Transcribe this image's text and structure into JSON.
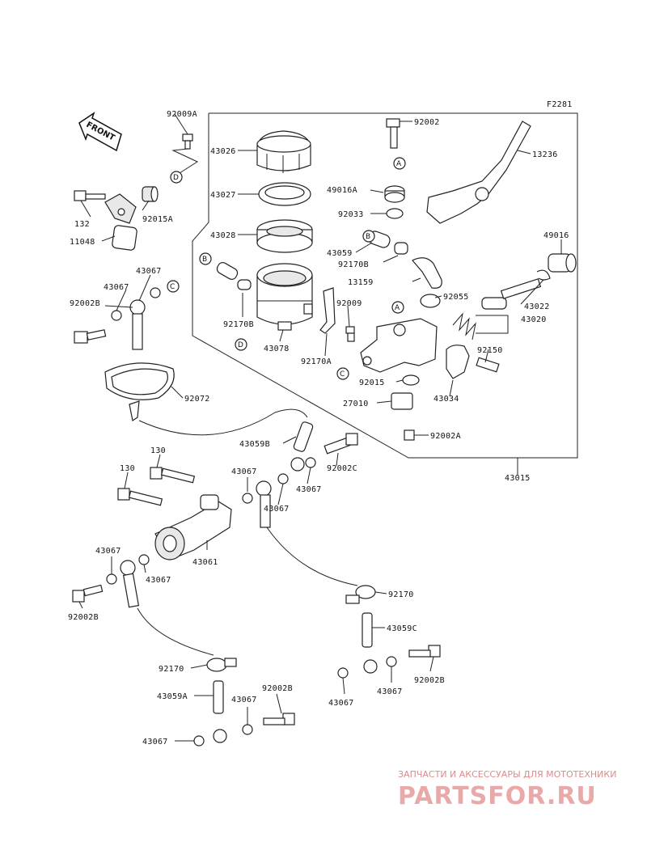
{
  "diagram": {
    "code": "F2281",
    "front_label": "FRONT",
    "refs": {
      "a": "A",
      "b": "B",
      "c": "C",
      "d": "D"
    },
    "labels": {
      "l_92009A": "92009A",
      "l_43026": "43026",
      "l_43027": "43027",
      "l_43028": "43028",
      "l_92015A": "92015A",
      "l_132": "132",
      "l_11048": "11048",
      "l_43067_a": "43067",
      "l_43067_b": "43067",
      "l_92002B_a": "92002B",
      "l_92170B_a": "92170B",
      "l_43078": "43078",
      "l_92170A": "92170A",
      "l_92009": "92009",
      "l_92002": "92002",
      "l_13236": "13236",
      "l_49016A": "49016A",
      "l_92033": "92033",
      "l_43059": "43059",
      "l_92170B_b": "92170B",
      "l_13159": "13159",
      "l_92055": "92055",
      "l_49016": "49016",
      "l_43022": "43022",
      "l_43020": "43020",
      "l_92150": "92150",
      "l_92015": "92015",
      "l_43034": "43034",
      "l_27010": "27010",
      "l_92002A": "92002A",
      "l_92072": "92072",
      "l_43059B": "43059B",
      "l_92002C": "92002C",
      "l_43015": "43015",
      "l_130_a": "130",
      "l_130_b": "130",
      "l_43067_c": "43067",
      "l_43067_d": "43067",
      "l_43067_e": "43067",
      "l_43061": "43061",
      "l_43067_f": "43067",
      "l_43067_g": "43067",
      "l_92002B_b": "92002B",
      "l_92170_a": "92170",
      "l_43059C": "43059C",
      "l_92002B_c": "92002B",
      "l_43067_h": "43067",
      "l_43067_i": "43067",
      "l_92170_b": "92170",
      "l_43059A": "43059A",
      "l_43067_j": "43067",
      "l_92002B_d": "92002B",
      "l_43067_k": "43067"
    }
  },
  "watermark": {
    "tagline": "ЗАПЧАСТИ И АКСЕССУАРЫ ДЛЯ МОТОТЕХНИКИ",
    "brand": "PARTSFOR.RU"
  }
}
